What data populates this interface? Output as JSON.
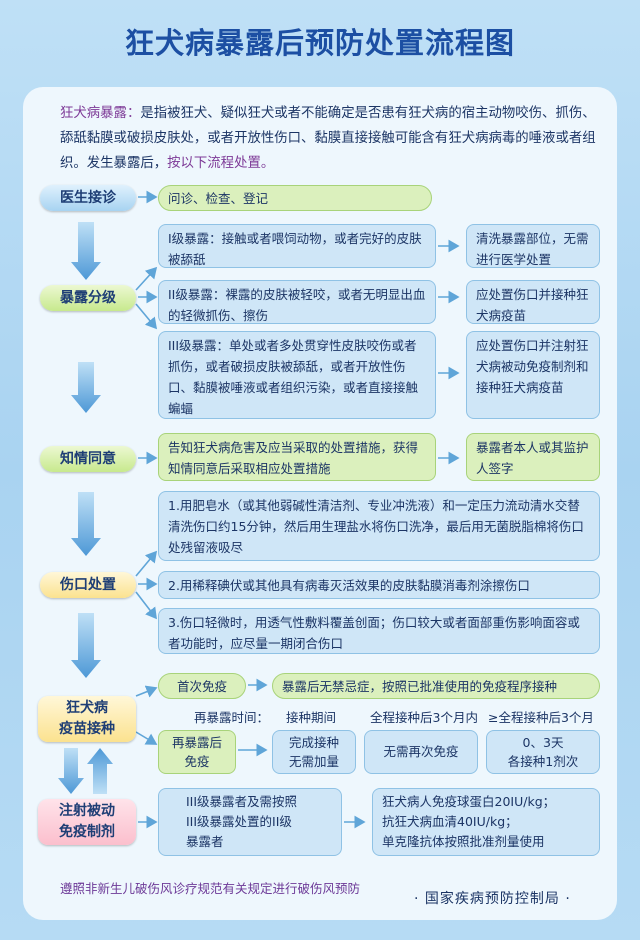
{
  "title": "狂犬病暴露后预防处置流程图",
  "intro": {
    "term": "狂犬病暴露：",
    "text": "是指被狂犬、疑似狂犬或者不能确定是否患有狂犬病的宿主动物咬伤、抓伤、舔舐黏膜或破损皮肤处，或者开放性伤口、黏膜直接接触可能含有狂犬病病毒的唾液或者组织。发生暴露后，",
    "tail": "按以下流程处置。"
  },
  "stages": {
    "doctor": "医生接诊",
    "grading": "暴露分级",
    "consent": "知情同意",
    "wound": "伤口处置",
    "vaccine": [
      "狂犬病",
      "疫苗接种"
    ],
    "passive": [
      "注射被动",
      "免疫制剂"
    ]
  },
  "doctor": {
    "step": "问诊、检查、登记"
  },
  "grading": {
    "levels": [
      {
        "desc": "I级暴露：接触或者喂饲动物，或者完好的皮肤被舔舐",
        "action": "清洗暴露部位，无需进行医学处置"
      },
      {
        "desc": "II级暴露：裸露的皮肤被轻咬，或者无明显出血的轻微抓伤、擦伤",
        "action": "应处置伤口并接种狂犬病疫苗"
      },
      {
        "desc": "III级暴露：单处或者多处贯穿性皮肤咬伤或者抓伤，或者破损皮肤被舔舐，或者开放性伤口、黏膜被唾液或者组织污染，或者直接接触蝙蝠",
        "action": "应处置伤口并注射狂犬病被动免疫制剂和接种狂犬病疫苗"
      }
    ]
  },
  "consent": {
    "step": "告知狂犬病危害及应当采取的处置措施，获得知情同意后采取相应处置措施",
    "sign": "暴露者本人或其监护人签字"
  },
  "wound": {
    "steps": [
      "1.用肥皂水（或其他弱碱性清洁剂、专业冲洗液）和一定压力流动清水交替清洗伤口约15分钟，然后用生理盐水将伤口洗净，最后用无菌脱脂棉将伤口处残留液吸尽",
      "2.用稀释碘伏或其他具有病毒灭活效果的皮肤黏膜消毒剂涂擦伤口",
      "3.伤口轻微时，用透气性敷料覆盖创面；伤口较大或者面部重伤影响面容或者功能时，应尽量一期闭合伤口"
    ]
  },
  "vaccine": {
    "first": "首次免疫",
    "first_note": "暴露后无禁忌症，按照已批准使用的免疫程序接种",
    "re_label": "再暴露时间：",
    "headers": [
      "接种期间",
      "全程接种后3个月内",
      "≥全程接种后3个月"
    ],
    "re_box": [
      "再暴露后",
      "免疫"
    ],
    "cells": [
      [
        "完成接种",
        "无需加量"
      ],
      [
        "无需再次免疫"
      ],
      [
        "0、3天",
        "各接种1剂次"
      ]
    ]
  },
  "passive": {
    "who": [
      "III级暴露者及需按照",
      "III级暴露处置的II级",
      "暴露者"
    ],
    "dose": [
      "狂犬病人免疫球蛋白20IU/kg；",
      "抗狂犬病血清40IU/kg；",
      "单克隆抗体按照批准剂量使用"
    ]
  },
  "footer": {
    "note": "遵照非新生儿破伤风诊疗规范有关规定进行破伤风预防",
    "org": "· 国家疾病预防控制局 ·"
  },
  "colors": {
    "title": "#1c4fa3",
    "arrow": "#5ea6dc",
    "line": "#5fa5d8"
  }
}
